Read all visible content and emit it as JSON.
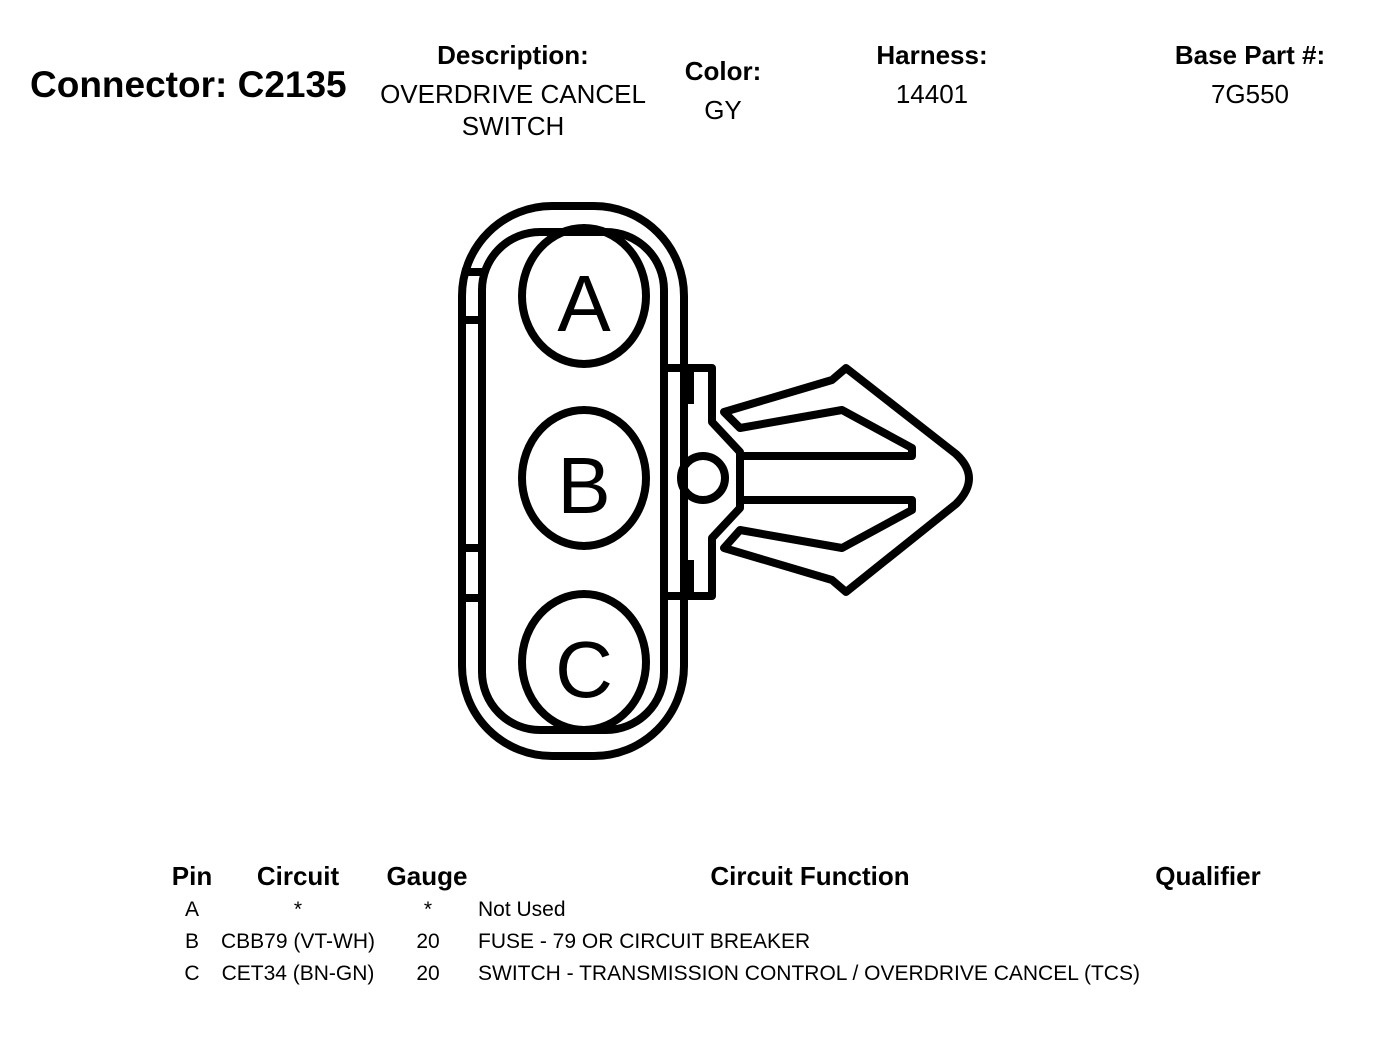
{
  "header": {
    "connector_title": "Connector: C2135",
    "description_label": "Description:",
    "description_line1": "OVERDRIVE CANCEL",
    "description_line2": "SWITCH",
    "color_label": "Color:",
    "color_value": "GY",
    "harness_label": "Harness:",
    "harness_value": "14401",
    "base_part_label": "Base Part #:",
    "base_part_value": "7G550"
  },
  "diagram": {
    "pins": [
      "A",
      "B",
      "C"
    ]
  },
  "table": {
    "headers": {
      "pin": "Pin",
      "circuit": "Circuit",
      "gauge": "Gauge",
      "function": "Circuit Function",
      "qualifier": "Qualifier"
    },
    "rows": [
      {
        "pin": "A",
        "circuit": "*",
        "gauge": "*",
        "function": "Not Used",
        "qualifier": ""
      },
      {
        "pin": "B",
        "circuit": "CBB79 (VT-WH)",
        "gauge": "20",
        "function": "FUSE - 79 OR CIRCUIT BREAKER",
        "qualifier": ""
      },
      {
        "pin": "C",
        "circuit": "CET34 (BN-GN)",
        "gauge": "20",
        "function": "SWITCH - TRANSMISSION CONTROL / OVERDRIVE CANCEL (TCS)",
        "qualifier": ""
      }
    ]
  }
}
